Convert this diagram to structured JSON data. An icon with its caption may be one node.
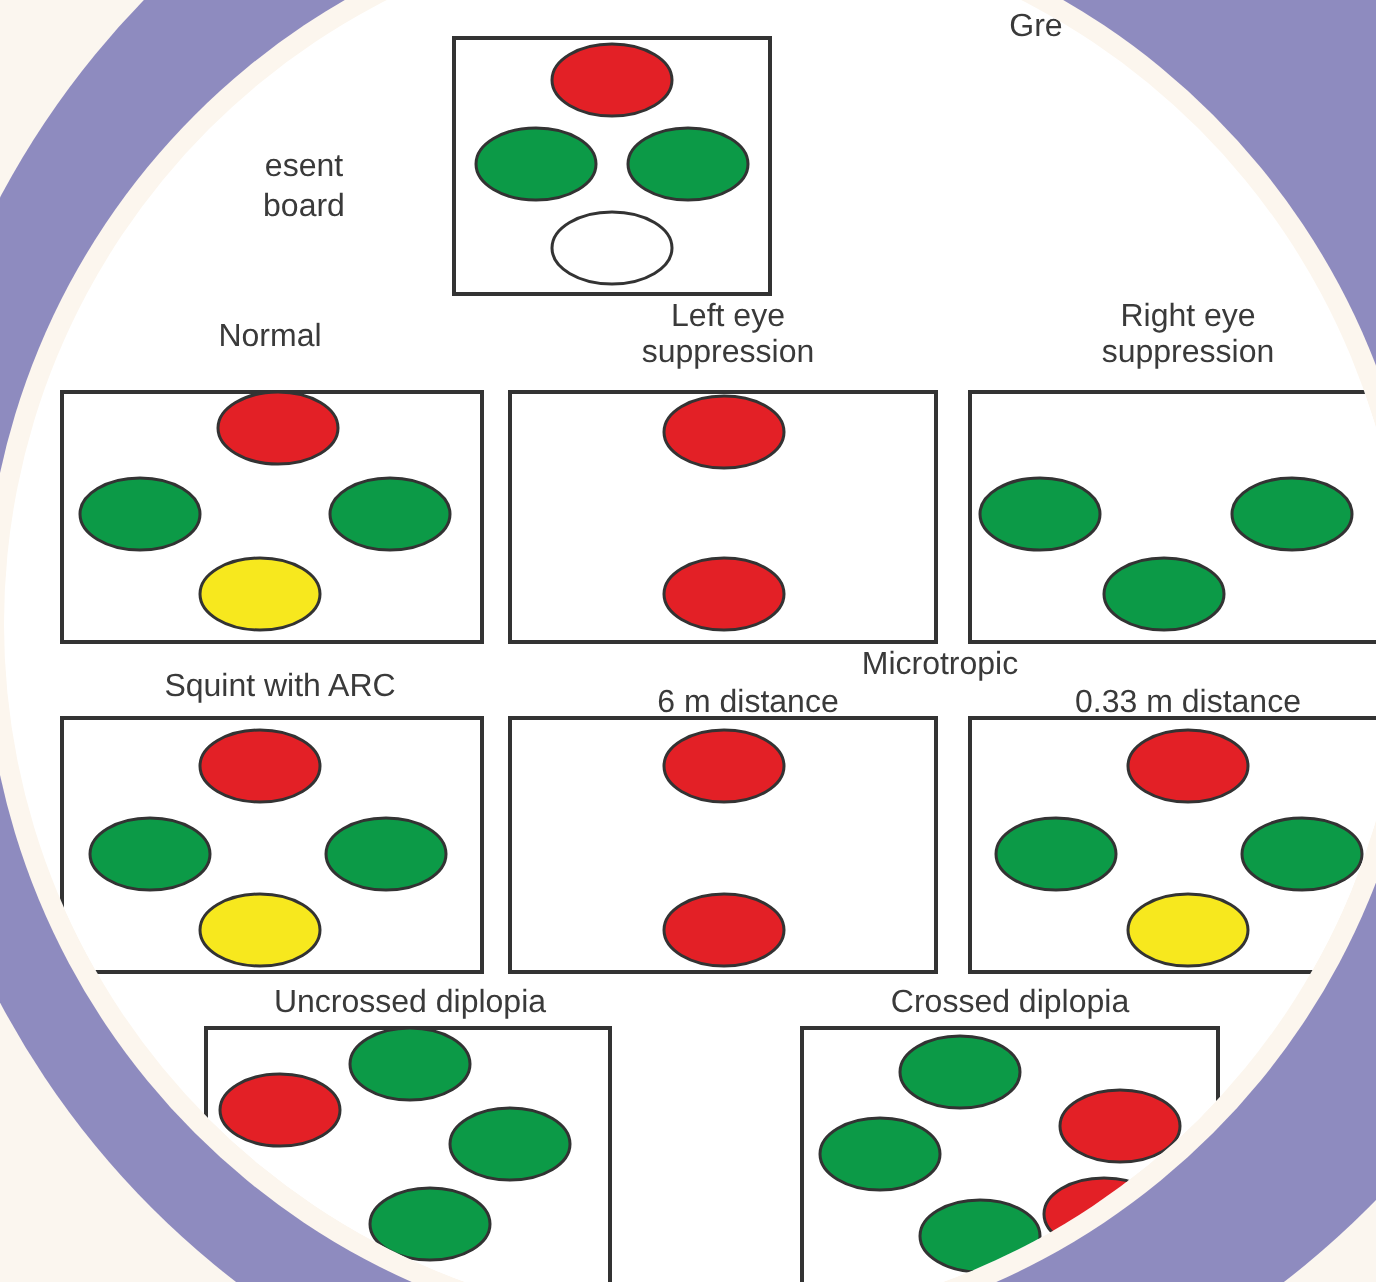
{
  "diagram": {
    "nodes": [
      {
        "text": [],
        "shape": "box"
      },
      {
        "text": [
          "Normal"
        ]
      },
      {
        "text": [
          "Left eye suppression"
        ]
      },
      {
        "text": [
          "Right eye suppression"
        ]
      },
      {
        "text": [
          "Squint with ARC"
        ]
      },
      {
        "text": [
          "6 m distance"
        ]
      },
      {
        "text": [
          "0.33 m distance"
        ]
      },
      {
        "text": [
          "Uncrossed diplopia"
        ]
      },
      {
        "text": [
          "Crossed diplopia"
        ]
      }
    ],
    "labels": [
      "Gre",
      "esent board",
      "Microtropic"
    ]
  }
}
